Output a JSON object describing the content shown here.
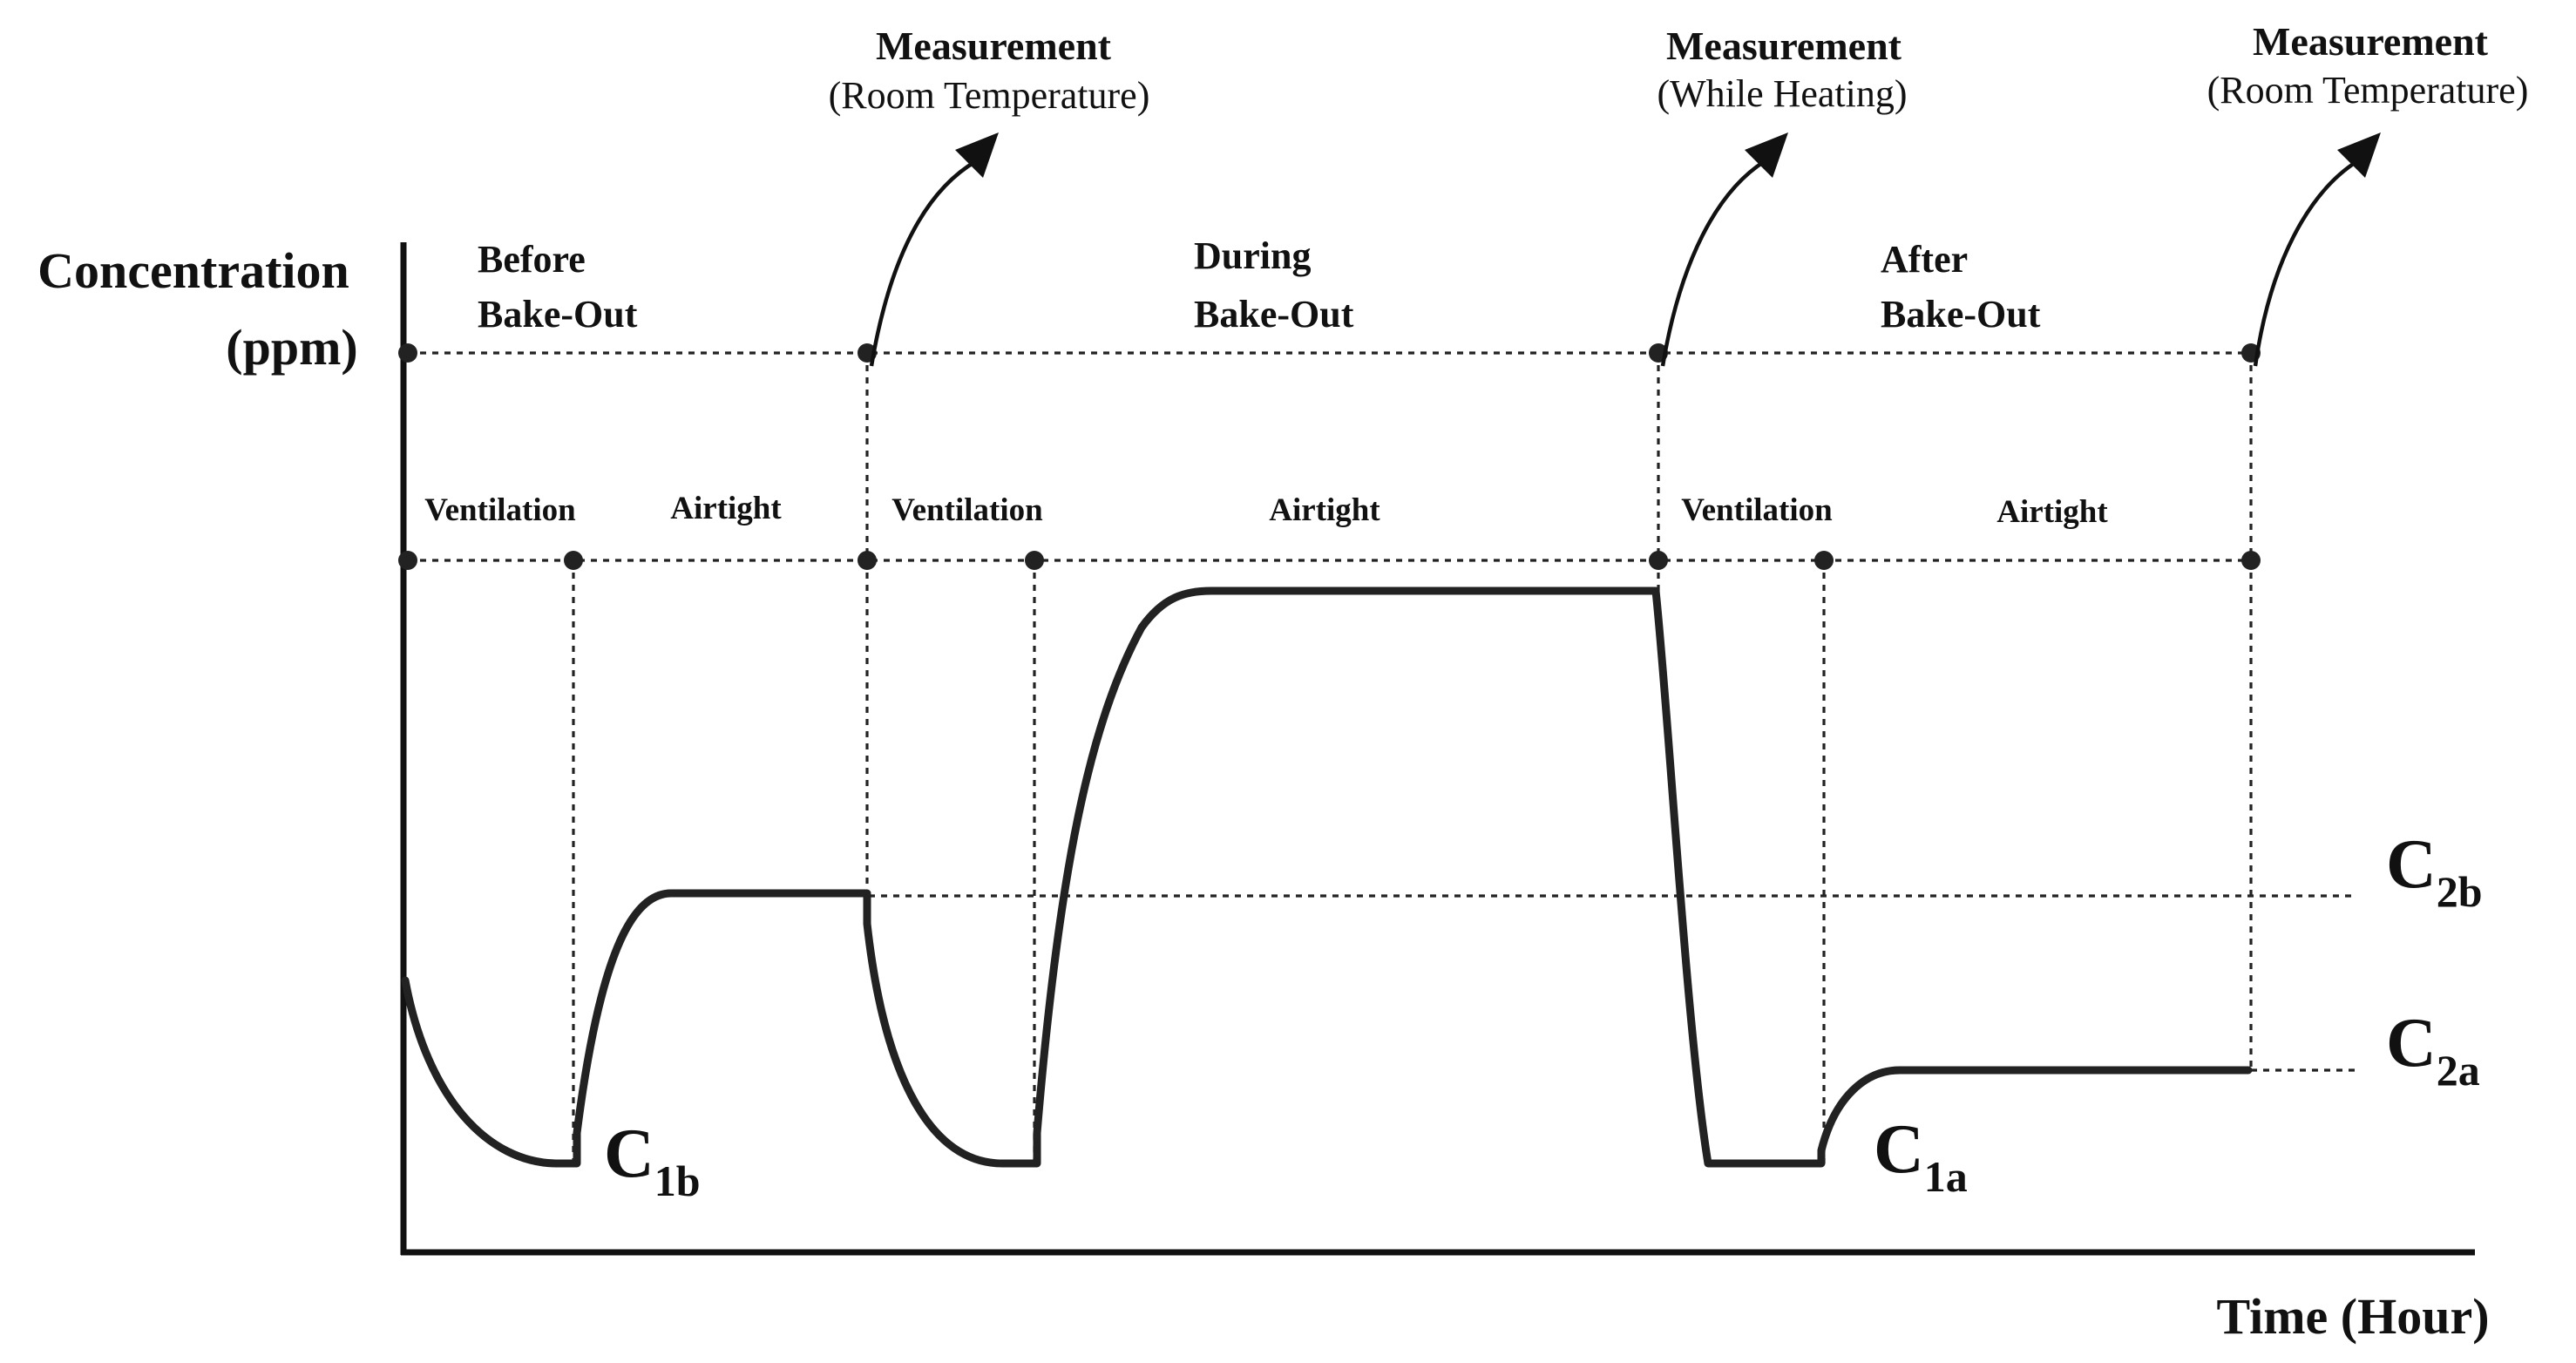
{
  "axes": {
    "y_label_line1": "Concentration",
    "y_label_line2": "(ppm)",
    "x_label": "Time (Hour)"
  },
  "phases": [
    {
      "line1": "Before",
      "line2": "Bake-Out"
    },
    {
      "line1": "During",
      "line2": "Bake-Out"
    },
    {
      "line1": "After",
      "line2": "Bake-Out"
    }
  ],
  "measurements": [
    {
      "line1": "Measurement",
      "line2": "(Room Temperature)"
    },
    {
      "line1": "Measurement",
      "line2": "(While Heating)"
    },
    {
      "line1": "Measurement",
      "line2": "(Room Temperature)"
    }
  ],
  "intervals": {
    "ventilation": "Ventilation",
    "airtight": "Airtight"
  },
  "levels": {
    "c1b": {
      "main": "C",
      "sub": "1b"
    },
    "c1a": {
      "main": "C",
      "sub": "1a"
    },
    "c2b": {
      "main": "C",
      "sub": "2b"
    },
    "c2a": {
      "main": "C",
      "sub": "2a"
    }
  }
}
